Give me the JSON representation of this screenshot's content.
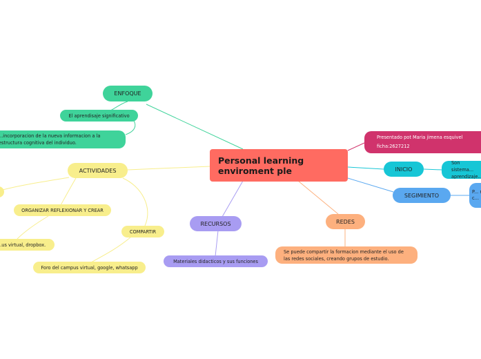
{
  "central": {
    "title": "Personal learning enviroment ple",
    "color": "#ff6b61"
  },
  "enfoque": {
    "label": "ENFOQUE",
    "color": "#3fd39a",
    "sub1": "El aprendisaje significativo",
    "sub2": "...incorporacion de la nueva informacion a la estructura cognitiva del individuo."
  },
  "actividades": {
    "label": "ACTIVIDADES",
    "color": "#f8ee8c",
    "organizar": "ORGANIZAR REFLEXIONAR Y CREAR",
    "campus": "...us virtual, dropbox.",
    "compartir": "COMPARTIR",
    "foro": "Foro del campus virtual, google, whatsapp"
  },
  "recursos": {
    "label": "RECURSOS",
    "color": "#a89cf2",
    "sub": "Materiales didacticos y sus funciones"
  },
  "redes": {
    "label": "REDES",
    "color": "#fdb07e",
    "sub": "Se puede compartir la formacion mediante el uso de las redes sociales, creando grupos de estudio."
  },
  "presentado": {
    "text": "Presentado pot Maria jimena esquivel ficha:2627212",
    "color": "#d0336c"
  },
  "inicio": {
    "label": "INICIO",
    "color": "#17c6d6",
    "sub": "Son sistema... aprendizaje..."
  },
  "segimiento": {
    "label": "SEGIMIENTO",
    "color": "#5aa8f0",
    "sub": "P... r... c..."
  }
}
